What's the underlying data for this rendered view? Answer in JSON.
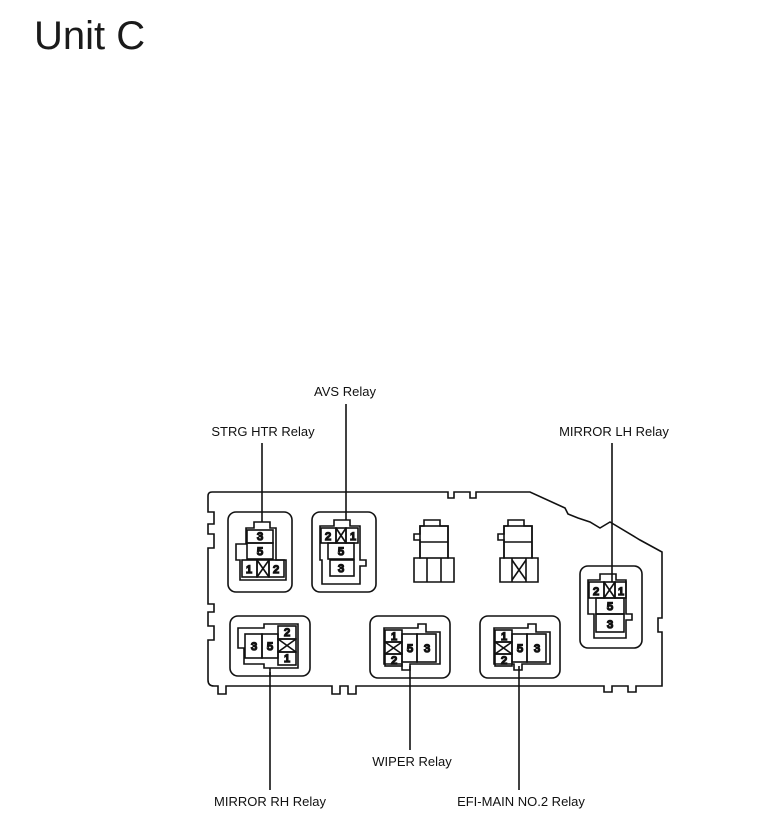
{
  "title": "Unit C",
  "labels": {
    "avs": "AVS Relay",
    "strg_htr": "STRG HTR Relay",
    "mirror_lh": "MIRROR LH Relay",
    "mirror_rh": "MIRROR RH Relay",
    "wiper": "WIPER Relay",
    "efi_main": "EFI-MAIN NO.2 Relay"
  },
  "pins": {
    "p1": "1",
    "p2": "2",
    "p3": "3",
    "p5": "5"
  },
  "colors": {
    "line": "#111111",
    "background": "#ffffff"
  }
}
